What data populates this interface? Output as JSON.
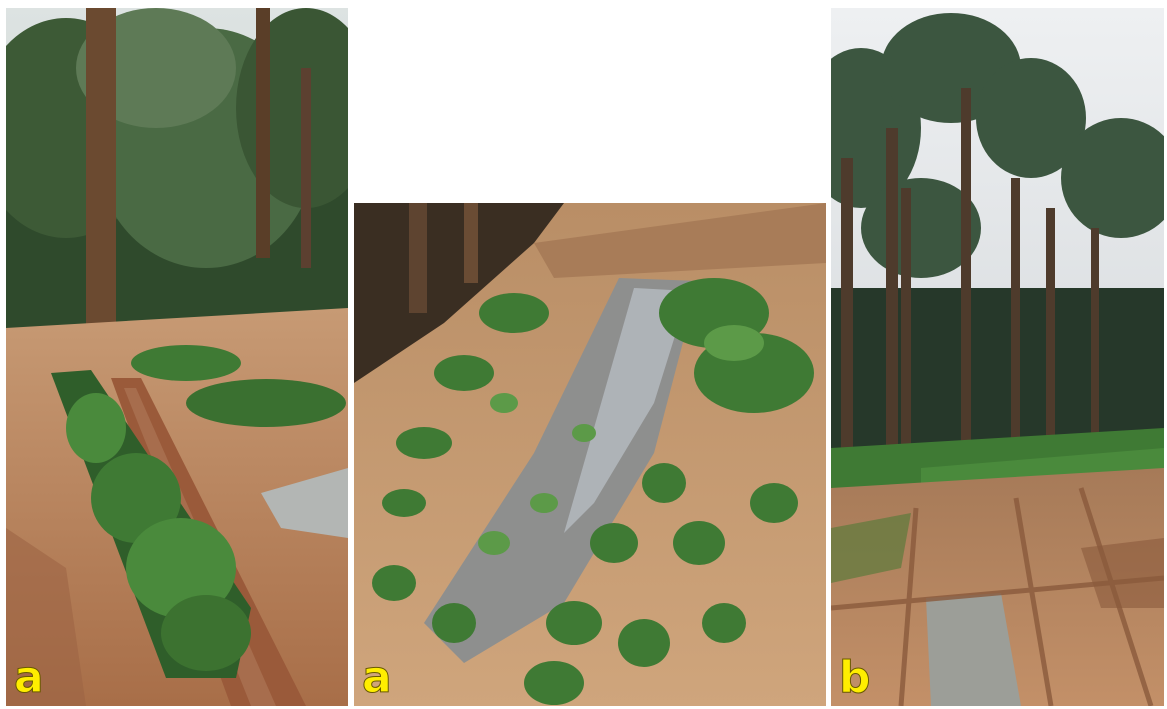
{
  "colors": {
    "label": "#ffee00",
    "soil": "#c08a5e",
    "soil_dark": "#8a5636",
    "foliage": "#3a6a2e",
    "palm_dark": "#243a22",
    "sky": "#e8ebee",
    "water": "#9aa3ad"
  },
  "panels": [
    {
      "label": "a"
    },
    {
      "label": "a"
    },
    {
      "label": "b"
    }
  ]
}
